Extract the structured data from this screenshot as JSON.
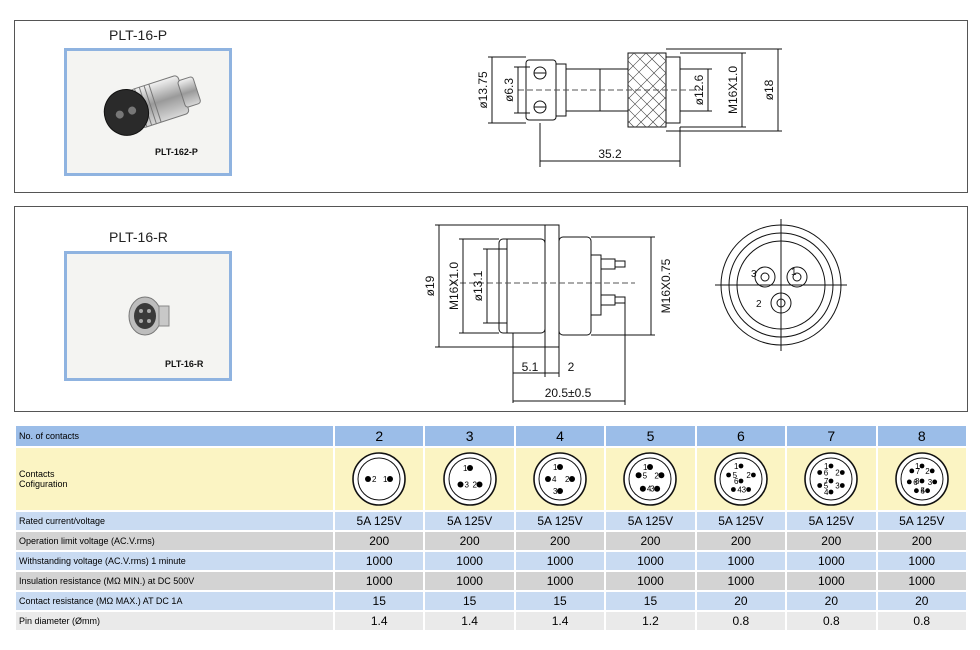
{
  "panel_p": {
    "title": "PLT-16-P",
    "photo_caption": "PLT-162-P",
    "dims": {
      "d1": "ø13.75",
      "d2": "ø6.3",
      "d3": "ø12.6",
      "d4": "M16X1.0",
      "d5": "ø18",
      "length": "35.2"
    }
  },
  "panel_r": {
    "title": "PLT-16-R",
    "photo_caption": "PLT-16-R",
    "dims": {
      "d1": "ø19",
      "d2": "M16X1.0",
      "d3": "ø13.1",
      "d4": "M16X0.75",
      "w1": "5.1",
      "w2": "2",
      "length": "20.5±0.5"
    },
    "pin_labels": [
      "1",
      "2",
      "3"
    ]
  },
  "table": {
    "rows": [
      {
        "label": "No. of contacts",
        "values": [
          "2",
          "3",
          "4",
          "5",
          "6",
          "7",
          "8"
        ]
      },
      {
        "label_lines": [
          "Contacts",
          "Cofiguration"
        ]
      },
      {
        "label": "Rated current/voltage",
        "values": [
          "5A 125V",
          "5A 125V",
          "5A 125V",
          "5A 125V",
          "5A 125V",
          "5A 125V",
          "5A 125V"
        ]
      },
      {
        "label": "Operation limit voltage (AC.V.rms)",
        "values": [
          "200",
          "200",
          "200",
          "200",
          "200",
          "200",
          "200"
        ]
      },
      {
        "label": "Withstanding voltage (AC.V.rms) 1 minute",
        "values": [
          "1000",
          "1000",
          "1000",
          "1000",
          "1000",
          "1000",
          "1000"
        ]
      },
      {
        "label": "Insulation resistance (MΩ MIN.) at DC 500V",
        "values": [
          "1000",
          "1000",
          "1000",
          "1000",
          "1000",
          "1000",
          "1000"
        ]
      },
      {
        "label": "Contact resistance (MΩ MAX.) AT DC 1A",
        "values": [
          "15",
          "15",
          "15",
          "15",
          "20",
          "20",
          "20"
        ]
      },
      {
        "label": "Pin diameter (Ømm)",
        "values": [
          "1.4",
          "1.4",
          "1.4",
          "1.2",
          "0.8",
          "0.8",
          "0.8"
        ]
      }
    ],
    "pin_configs": [
      [
        "1",
        "2"
      ],
      [
        "1",
        "2",
        "3"
      ],
      [
        "1",
        "2",
        "3",
        "4"
      ],
      [
        "1",
        "2",
        "3",
        "4",
        "5"
      ],
      [
        "1",
        "2",
        "3",
        "4",
        "5",
        "6"
      ],
      [
        "1",
        "2",
        "3",
        "4",
        "5",
        "6",
        "7"
      ],
      [
        "1",
        "2",
        "3",
        "4",
        "5",
        "6",
        "7",
        "8"
      ]
    ]
  }
}
